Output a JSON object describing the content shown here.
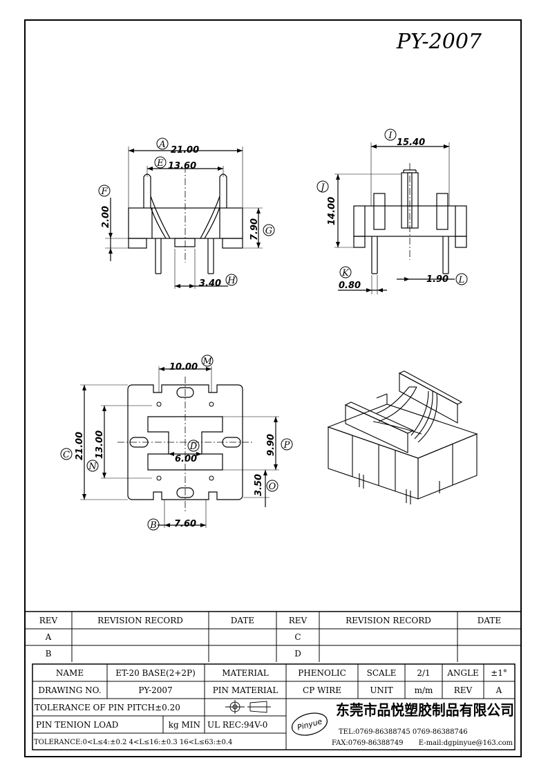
{
  "title": "PY-2007",
  "views": {
    "front": {
      "dim_a": {
        "letter": "A",
        "value": "21.00"
      },
      "dim_e": {
        "letter": "E",
        "value": "13.60"
      },
      "dim_f": {
        "letter": "F",
        "value": "2.00"
      },
      "dim_g": {
        "letter": "G",
        "value": "7.90"
      },
      "dim_h": {
        "letter": "H",
        "value": "3.40"
      }
    },
    "side": {
      "dim_i": {
        "letter": "I",
        "value": "15.40"
      },
      "dim_j": {
        "letter": "J",
        "value": "14.00"
      },
      "dim_k": {
        "letter": "K",
        "value": "0.80"
      },
      "dim_l": {
        "letter": "L",
        "value": "1.90"
      }
    },
    "bottom": {
      "dim_m": {
        "letter": "M",
        "value": "10.00"
      },
      "dim_c": {
        "letter": "C",
        "value": "21.00"
      },
      "dim_n": {
        "letter": "N",
        "value": "13.00"
      },
      "dim_d": {
        "letter": "D",
        "value": "6.00"
      },
      "dim_p": {
        "letter": "P",
        "value": "9.90"
      },
      "dim_o": {
        "letter": "O",
        "value": "3.50"
      },
      "dim_b": {
        "letter": "B",
        "value": "7.60"
      }
    }
  },
  "revision_table": {
    "rev_header": "REV",
    "record_header": "REVISION RECORD",
    "date_header": "DATE",
    "left_rows": [
      "A",
      "B"
    ],
    "right_rows": [
      "C",
      "D"
    ]
  },
  "title_block": {
    "name_label": "NAME",
    "name_value": "ET-20 BASE(2+2P)",
    "material_label": "MATERIAL",
    "material_value": "PHENOLIC",
    "scale_label": "SCALE",
    "scale_value": "2/1",
    "angle_label": "ANGLE",
    "angle_value": "±1°",
    "drawing_no_label": "DRAWING NO.",
    "drawing_no_value": "PY-2007",
    "pin_material_label": "PIN MATERIAL",
    "pin_material_value": "CP WIRE",
    "unit_label": "UNIT",
    "unit_value": "m/m",
    "rev_label": "REV",
    "rev_value": "A",
    "tolerance_pitch": "TOLERANCE OF PIN PITCH±0.20",
    "tension_label": "PIN TENION LOAD",
    "tension_unit": "kg MIN",
    "ul": "UL REC:94V-0",
    "tolerance_ranges": "TOLERANCE:0<L≤4:±0.2  4<L≤16:±0.3  16<L≤63:±0.4",
    "logo": "Pinyue",
    "company": "东莞市品悦塑胶制品有限公司",
    "tel": "TEL:0769-86388745   0769-86388746",
    "fax": "FAX:0769-86388749",
    "email": "E-mail:dgpinyue@163.com"
  }
}
